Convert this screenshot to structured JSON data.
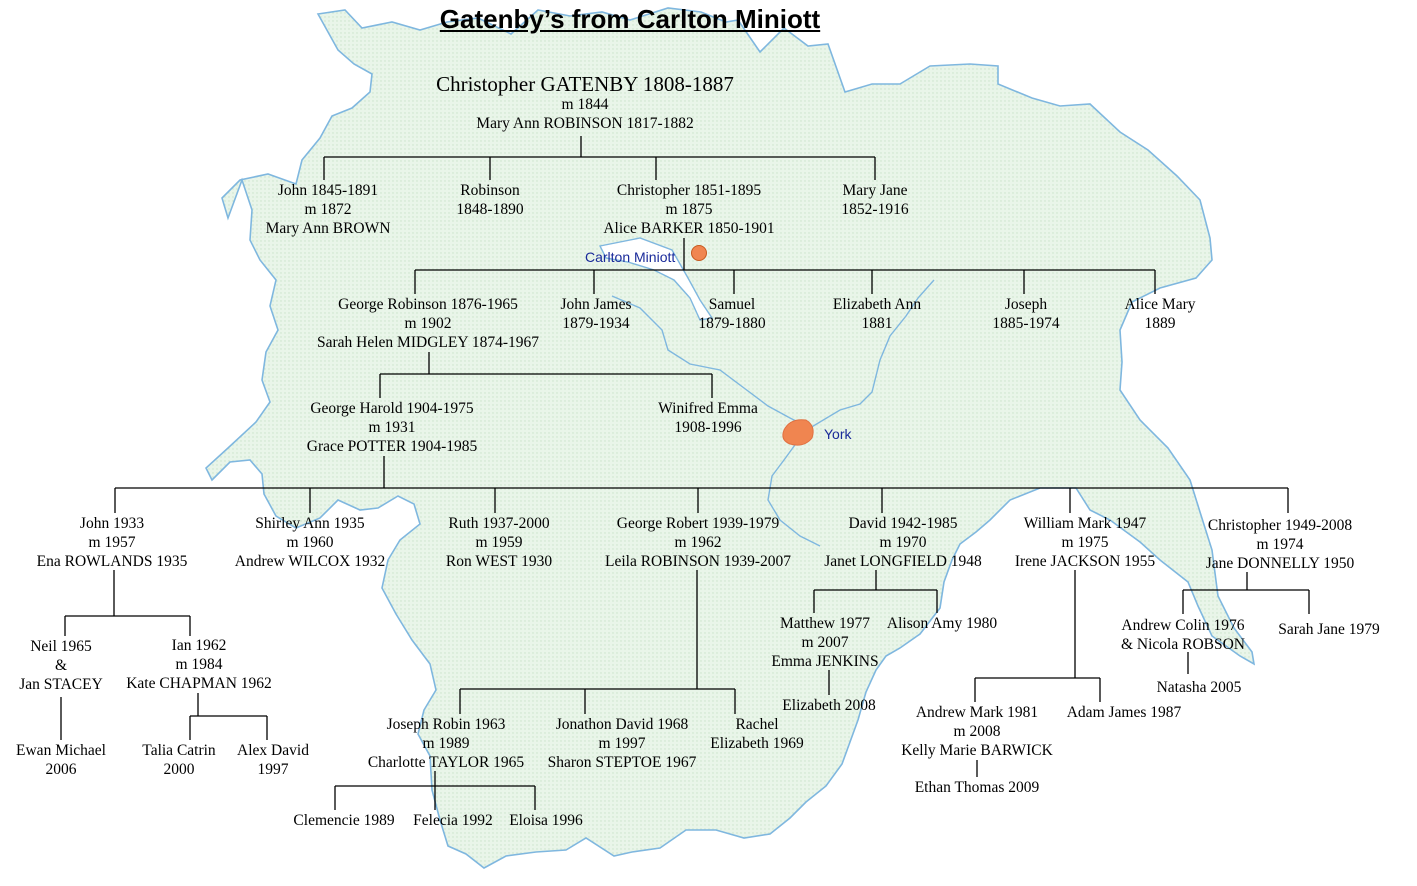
{
  "title": "Gatenby’s from Carlton Miniott",
  "map": {
    "fill_color": "#e4f3e4",
    "outline_color": "#7fb7df",
    "marker_color": "#f08550"
  },
  "places": {
    "carlton": "Carlton Miniott",
    "york": "York"
  },
  "people": {
    "christopher_1808": [
      "Christopher GATENBY 1808-1887",
      "m 1844",
      "Mary Ann ROBINSON 1817-1882"
    ],
    "john_1845": [
      "John 1845-1891",
      "m 1872",
      "Mary Ann BROWN"
    ],
    "robinson_1848": [
      "Robinson",
      "1848-1890"
    ],
    "christopher_1851": [
      "Christopher 1851-1895",
      "m 1875",
      "Alice BARKER 1850-1901"
    ],
    "mary_jane_1852": [
      "Mary Jane",
      "1852-1916"
    ],
    "george_robinson_1876": [
      "George Robinson 1876-1965",
      "m 1902",
      "Sarah Helen MIDGLEY 1874-1967"
    ],
    "john_james_1879": [
      "John James",
      "1879-1934"
    ],
    "samuel_1879": [
      "Samuel",
      "1879-1880"
    ],
    "elizabeth_ann_1881": [
      "Elizabeth Ann",
      "1881"
    ],
    "joseph_1885": [
      "Joseph",
      "1885-1974"
    ],
    "alice_mary_1889": [
      "Alice Mary",
      "1889"
    ],
    "george_harold_1904": [
      "George Harold 1904-1975",
      "m 1931",
      "Grace POTTER 1904-1985"
    ],
    "winifred_emma_1908": [
      "Winifred Emma",
      "1908-1996"
    ],
    "john_1933": [
      "John 1933",
      "m 1957",
      "Ena ROWLANDS 1935"
    ],
    "shirley_ann_1935": [
      "Shirley Ann 1935",
      "m 1960",
      "Andrew  WILCOX 1932"
    ],
    "ruth_1937": [
      "Ruth 1937-2000",
      "m 1959",
      "Ron WEST 1930"
    ],
    "george_robert_1939": [
      "George Robert 1939-1979",
      "m 1962",
      "Leila ROBINSON 1939-2007"
    ],
    "david_1942": [
      "David 1942-1985",
      "m 1970",
      "Janet LONGFIELD 1948"
    ],
    "william_mark_1947": [
      "William  Mark 1947",
      "m 1975",
      "Irene JACKSON 1955"
    ],
    "christopher_1949": [
      "Christopher 1949-2008",
      "m 1974",
      "Jane DONNELLY 1950"
    ],
    "neil_1965": [
      "Neil 1965",
      "&",
      "Jan STACEY"
    ],
    "ian_1962": [
      "Ian 1962",
      "m 1984",
      "Kate CHAPMAN 1962"
    ],
    "ewan_michael_2006": [
      "Ewan Michael",
      "2006"
    ],
    "talia_catrin_2000": [
      "Talia Catrin",
      "2000"
    ],
    "alex_david_1997": [
      "Alex David",
      "1997"
    ],
    "joseph_robin_1963": [
      "Joseph Robin 1963",
      "m 1989",
      "Charlotte TAYLOR 1965"
    ],
    "jonathon_david_1968": [
      "Jonathon David 1968",
      "m 1997",
      "Sharon STEPTOE 1967"
    ],
    "rachel_elizabeth_1969": [
      "Rachel",
      "Elizabeth 1969"
    ],
    "clemencie_1989": [
      "Clemencie 1989"
    ],
    "felecia_1992": [
      "Felecia 1992"
    ],
    "eloisa_1996": [
      "Eloisa 1996"
    ],
    "matthew_1977": [
      "Matthew 1977",
      "m 2007",
      "Emma  JENKINS"
    ],
    "alison_amy_1980": [
      "Alison Amy 1980"
    ],
    "elizabeth_2008": [
      "Elizabeth 2008"
    ],
    "andrew_mark_1981": [
      "Andrew Mark 1981",
      "m 2008",
      "Kelly Marie BARWICK"
    ],
    "adam_james_1987": [
      "Adam James 1987"
    ],
    "ethan_thomas_2009": [
      "Ethan Thomas 2009"
    ],
    "andrew_colin_1976": [
      "Andrew Colin 1976",
      "& Nicola ROBSON"
    ],
    "sarah_jane_1979": [
      "Sarah Jane 1979"
    ],
    "natasha_2005": [
      "Natasha 2005"
    ]
  }
}
